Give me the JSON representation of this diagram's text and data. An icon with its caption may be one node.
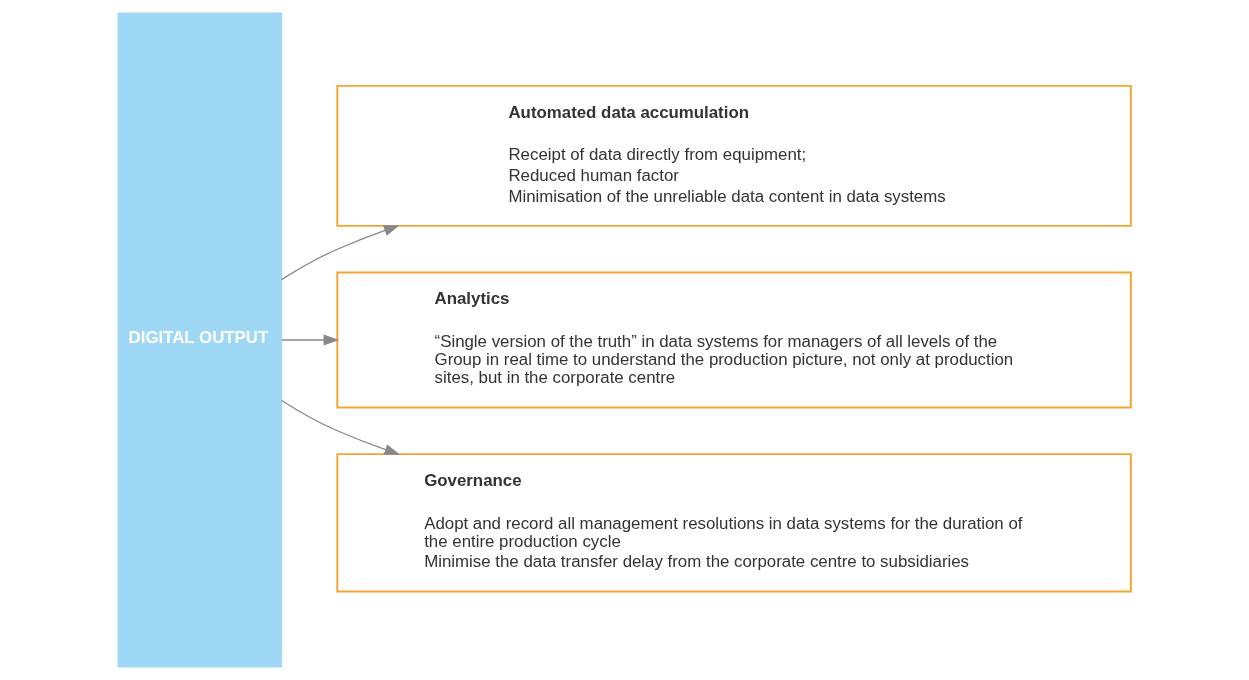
{
  "diagram": {
    "nodes": [
      {
        "text": [
          "DIGITAL OUTPUT"
        ]
      },
      {
        "text": [
          "Automated data accumulation",
          "Receipt of data directly from equipment;",
          "Reduced human factor",
          "Minimisation of the unreliable data content in data systems"
        ]
      },
      {
        "text": [
          "Analytics",
          "“Single version of the truth” in data systems for managers of all levels of the Group in real time to understand the production picture, not only at production sites, but in the corporate centre"
        ]
      },
      {
        "text": [
          "Governance",
          "Adopt and record all management resolutions in data systems for the duration of the entire production cycle",
          "Minimise the data transfer delay from the corporate centre to subsidiaries"
        ]
      }
    ],
    "edges": [
      {
        "from": 0,
        "to": 1,
        "arrow": "to"
      },
      {
        "from": 0,
        "to": 2,
        "arrow": "to"
      },
      {
        "from": 0,
        "to": 3,
        "arrow": "to"
      }
    ]
  }
}
